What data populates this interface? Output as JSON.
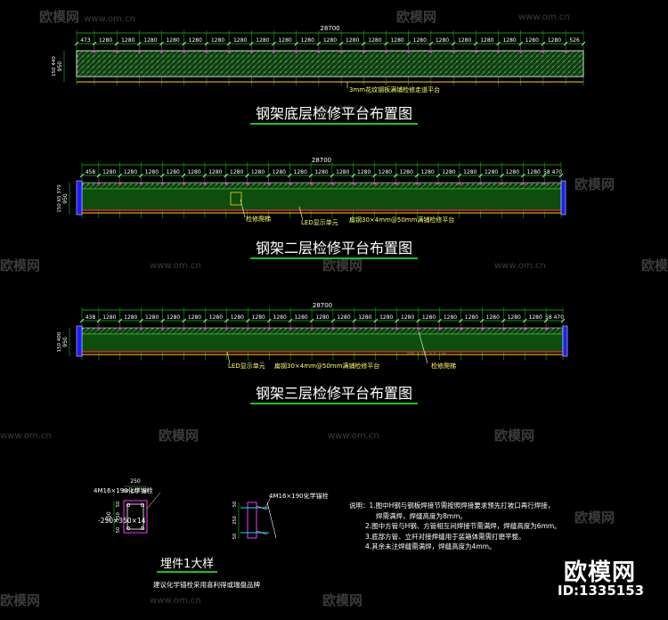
{
  "watermark": {
    "text": "欧模网",
    "url": "www.om.cn"
  },
  "brand": {
    "name": "欧模网",
    "id": "ID:1335153"
  },
  "plans": [
    {
      "title": "钢架底层检修平台布置图",
      "total": "28700",
      "dims": [
        "473",
        "1280",
        "1280",
        "1280",
        "1280",
        "1280",
        "1280",
        "1280",
        "1280",
        "1280",
        "1280",
        "1280",
        "1280",
        "1280",
        "1280",
        "1280",
        "1280",
        "1280",
        "1280",
        "1280",
        "1280",
        "1280",
        "526"
      ],
      "note": "3mm花纹钢板满铺检修走道平台",
      "side": [
        "950",
        "150 440"
      ]
    },
    {
      "title": "钢架二层检修平台布置图",
      "total": "28700",
      "dims": [
        "458",
        "1280",
        "1280",
        "1280",
        "1280",
        "1280",
        "1280",
        "1280",
        "1280",
        "1280",
        "1280",
        "1280",
        "1280",
        "1280",
        "1280",
        "1280",
        "1280",
        "1280",
        "1280",
        "1280",
        "1280",
        "1280",
        "58 470"
      ],
      "labels": [
        "检修爬梯",
        "LED显示单元",
        "扁钢30×4mm@50mm满铺检修平台"
      ],
      "side": [
        "950",
        "150 65 370"
      ]
    },
    {
      "title": "钢架三层检修平台布置图",
      "total": "28700",
      "dims": [
        "438",
        "1280",
        "1280",
        "1280",
        "1280",
        "1280",
        "1280",
        "1280",
        "1280",
        "1280",
        "1280",
        "1280",
        "1280",
        "1280",
        "1280",
        "1280",
        "1280",
        "1280",
        "1280",
        "1280",
        "1280",
        "1280",
        "58 470"
      ],
      "labels": [
        "LED显示单元",
        "扁钢30×4mm@50mm满铺检修平台",
        "检修爬梯"
      ],
      "side": [
        "950",
        "150 400"
      ]
    }
  ],
  "detail": {
    "title": "埋件1大样",
    "caption": "建议化学锚栓采用喜利得或瑞盘品牌",
    "anchor1": "4M16×190化学锚栓",
    "anchor2": "4M16×190化学锚栓",
    "plate": "-250×350×14",
    "dims_top": [
      "250",
      "50",
      "150",
      "50"
    ],
    "dims_top_total": "250",
    "dims_side": [
      "50",
      "250",
      "50"
    ],
    "dims_side_total": "350",
    "dims_side2": [
      "50",
      "250",
      "50"
    ]
  },
  "notes": [
    "说明：1.图中H钢与钢板焊接节需按照焊接要求预先打坡口再行焊接，",
    "焊需满焊，焊缝高度为8mm。",
    "2.图中方管与H钢、方管相互间焊接节需满焊，焊缝高度为6mm。",
    "3.底部方管、立杆对接焊缝用于装箱体需需打磨平整。",
    "4.其余未注焊缝需满焊，焊缝高度为4mm。"
  ]
}
